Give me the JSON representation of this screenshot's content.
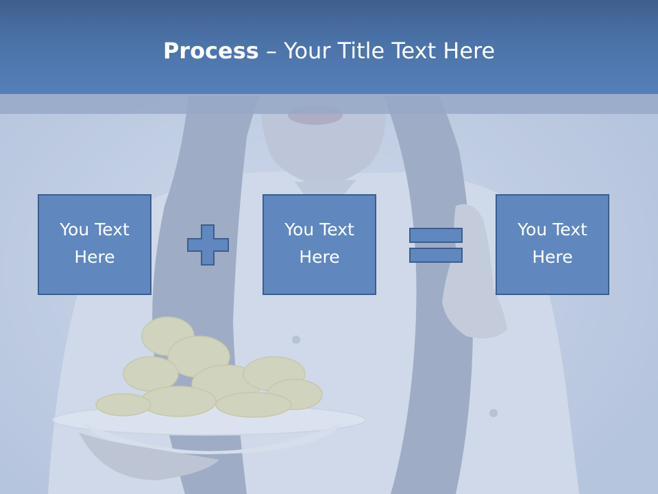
{
  "slide": {
    "title_bold": "Process",
    "title_rest": " – Your Title Text Here",
    "boxes": [
      {
        "label": "You Text Here"
      },
      {
        "label": "You Text Here"
      },
      {
        "label": "You Text Here"
      }
    ],
    "operators": {
      "plus": "plus-sign",
      "equals": "equals-sign"
    },
    "colors": {
      "title_bar": "#4b73a8",
      "box_fill": "#6088bf",
      "box_border": "#3b5d8c",
      "background": "#c2cfe3"
    },
    "background_image": "woman-in-white-shirt-holding-plate-of-potato-chips"
  }
}
